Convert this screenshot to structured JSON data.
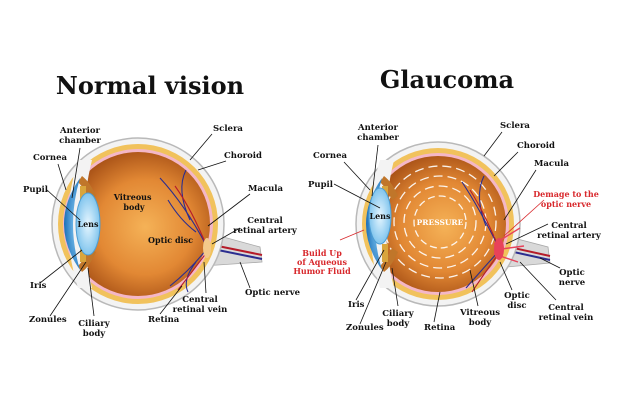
{
  "titles": {
    "normal": "Normal vision",
    "glaucoma": "Glaucoma"
  },
  "normal_labels": {
    "anterior_chamber": "Anterior\nchamber",
    "cornea": "Cornea",
    "pupil": "Pupil",
    "lens": "Lens",
    "iris": "Iris",
    "zonules": "Zonules",
    "ciliary_body": "Ciliary\nbody",
    "vitreous_body": "Vitreous\nbody",
    "optic_disc": "Optic disc",
    "sclera": "Sclera",
    "choroid": "Choroid",
    "macula": "Macula",
    "central_retinal_artery": "Central\nretinal artery",
    "optic_nerve": "Optic nerve",
    "central_retinal_vein": "Central\nretinal vein",
    "retina": "Retina"
  },
  "glaucoma_labels": {
    "anterior_chamber": "Anterior\nchamber",
    "cornea": "Cornea",
    "pupil": "Pupil",
    "lens": "Lens",
    "iris": "Iris",
    "zonules": "Zonules",
    "ciliary_body": "Ciliary\nbody",
    "retina": "Retina",
    "vitreous_body": "Vitreous\nbody",
    "optic_disc": "Optic\ndisc",
    "central_retinal_vein": "Central\nretinal vein",
    "optic_nerve": "Optic\nnerve",
    "central_retinal_artery": "Central\nretinal artery",
    "macula": "Macula",
    "choroid": "Choroid",
    "sclera": "Sclera",
    "pressure": "PRESSURE",
    "damage": "Demage to the\noptic nerve",
    "buildup": "Build Up\nof Aqueous\nHumor Fluid"
  },
  "colors": {
    "sclera": "#f3f3f3",
    "sclera_edge": "#b9b9b9",
    "choroid": "#f1c25c",
    "retina": "#f4b7c7",
    "vitreous_center": "#f3a94d",
    "vitreous_edge": "#a54e12",
    "cornea": "#2c8fd8",
    "lens": "#9fd6f4",
    "vessel_blue": "#2b2d8f",
    "vessel_red": "#b51c2a",
    "nerve": "#d6d6d6",
    "alert_red": "#d8282c"
  }
}
